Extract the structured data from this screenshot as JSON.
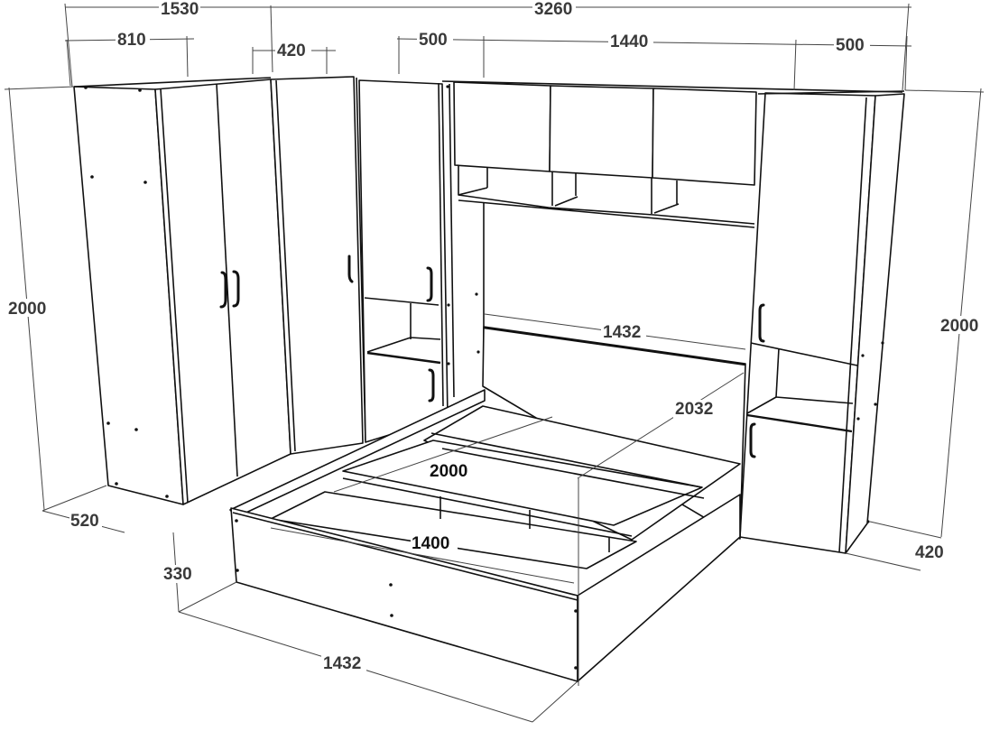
{
  "diagram": {
    "type": "isometric furniture dimension drawing",
    "subject": "bedroom set: corner wardrobe, tall cabinets, overhead bridge cabinets, double bed",
    "units": "mm",
    "colors": {
      "line": "#111111",
      "dimension_line": "#444444",
      "label": "#3a3a3a",
      "background": "#ffffff"
    },
    "dimensions": {
      "top_overall_left": "1530",
      "top_overall_right": "3260",
      "wardrobe_width": "810",
      "corner_width": "420",
      "left_tall_width": "500",
      "bridge_width": "1440",
      "right_tall_width": "500",
      "left_height": "2000",
      "right_height": "2000",
      "left_depth": "520",
      "right_depth": "420",
      "headboard_width": "1432",
      "bed_length_outer": "2032",
      "mattress_length": "2000",
      "mattress_width": "1400",
      "bed_height": "330",
      "bed_front_width": "1432"
    },
    "components": [
      {
        "name": "two-door wardrobe",
        "doors": 2,
        "handles": 2
      },
      {
        "name": "corner wardrobe unit",
        "doors": 1,
        "handles": 1
      },
      {
        "name": "left tall cabinet",
        "doors": 2,
        "open_shelf": true
      },
      {
        "name": "overhead bridge cabinets",
        "doors": 3,
        "open_shelves": 3
      },
      {
        "name": "right tall cabinet",
        "doors": 2,
        "open_shelf": true
      },
      {
        "name": "double bed",
        "slatted_base": true,
        "headboard": true
      }
    ]
  }
}
